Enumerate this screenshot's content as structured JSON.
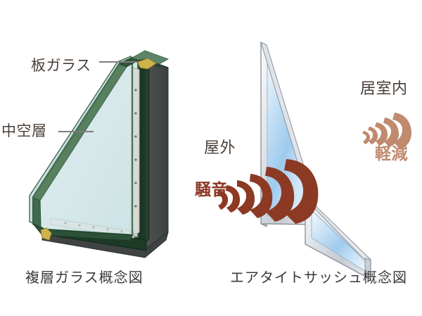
{
  "figure": {
    "background_color": "#ffffff",
    "title_text_color": "#3a3a3a"
  },
  "left_diagram": {
    "caption": "複層ガラス概念図",
    "name": "double-glazing-cutaway",
    "annotations": [
      {
        "label": "板ガラス",
        "meaning": "plate-glass",
        "leader": true
      },
      {
        "label": "中空層",
        "meaning": "air-cavity",
        "leader": true
      }
    ],
    "colors": {
      "glass_face": "#dceaec",
      "glass_edge_green": "#4b7257",
      "frame_dark_green": "#1d3a27",
      "frame_shadow": "#4a4f4e",
      "spacer_gray": "#d8dad6",
      "sealant_gold": "#cfb34a",
      "leader_line": "#7d7d7d"
    }
  },
  "right_diagram": {
    "caption": "エアタイトサッシュ概念図",
    "name": "airtight-sash-window",
    "zones": [
      {
        "label": "屋外",
        "meaning": "outdoors",
        "side": "left"
      },
      {
        "label": "居室内",
        "meaning": "indoors",
        "side": "right"
      }
    ],
    "sound": [
      {
        "label": "騒音",
        "meaning": "noise",
        "color": "#8c3a24",
        "waves": 5,
        "side": "outside"
      },
      {
        "label": "軽減",
        "meaning": "reduced",
        "color": "#c08a6e",
        "waves": 5,
        "side": "inside"
      }
    ],
    "colors": {
      "glass_top": "#cfe4f7",
      "glass_mid": "#9cc9ee",
      "glass_light": "#f2f8fd",
      "sash_frame": "#d9dde2",
      "sash_frame_edge": "#8d949c",
      "noise_dark": "#8c3a24",
      "noise_light": "#c08a6e"
    }
  }
}
